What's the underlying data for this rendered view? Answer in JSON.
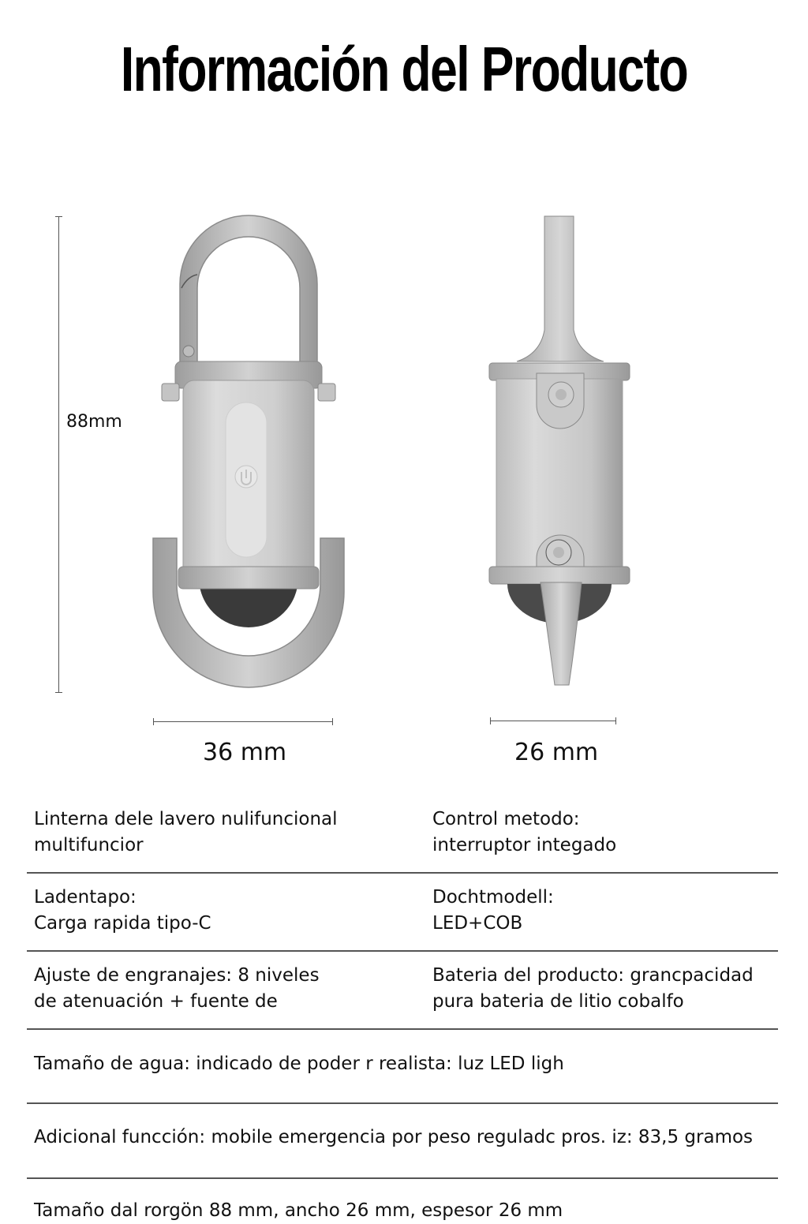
{
  "header": {
    "title": "Información del Producto"
  },
  "dimensions": {
    "height_label": "88mm",
    "width_label": "36 mm",
    "depth_label": "26 mm"
  },
  "images": {
    "front_view": "keychain-flashlight-front-view",
    "side_view": "keychain-flashlight-side-view",
    "power_icon": "power-button-icon"
  },
  "colors": {
    "metal_light": "#d6d6d6",
    "metal_mid": "#b5b5b5",
    "metal_dark": "#8f8f8f",
    "lens_dark": "#3a3a3a",
    "divider": "#555555"
  },
  "specs": [
    {
      "left": {
        "line1": "Linterna dele lavero nulifuncional",
        "line2": "multifuncior"
      },
      "right": {
        "line1": "Control metodo:",
        "line2": "interruptor integado"
      }
    },
    {
      "left": {
        "line1": "Ladentapo:",
        "line2": "Carga rapida tipo-C"
      },
      "right": {
        "line1": "Dochtmodell:",
        "line2": "LED+COB"
      }
    },
    {
      "left": {
        "line1": "Ajuste de engranajes: 8 niveles",
        "line2": "de atenuación + fuente de"
      },
      "right": {
        "line1": "Bateria del producto: grancpacidad",
        "line2": "pura bateria de litio cobalfo"
      }
    },
    {
      "full": "Tamaño de agua:  indicado de poder r realista: luz LED ligh"
    },
    {
      "full": "Adicional funcción: mobile emergencia por peso reguladc pros. iz: 83,5 gramos"
    },
    {
      "full": "Tamaño dal rorgön 88 mm, ancho 26 mm, espesor 26 mm"
    }
  ]
}
